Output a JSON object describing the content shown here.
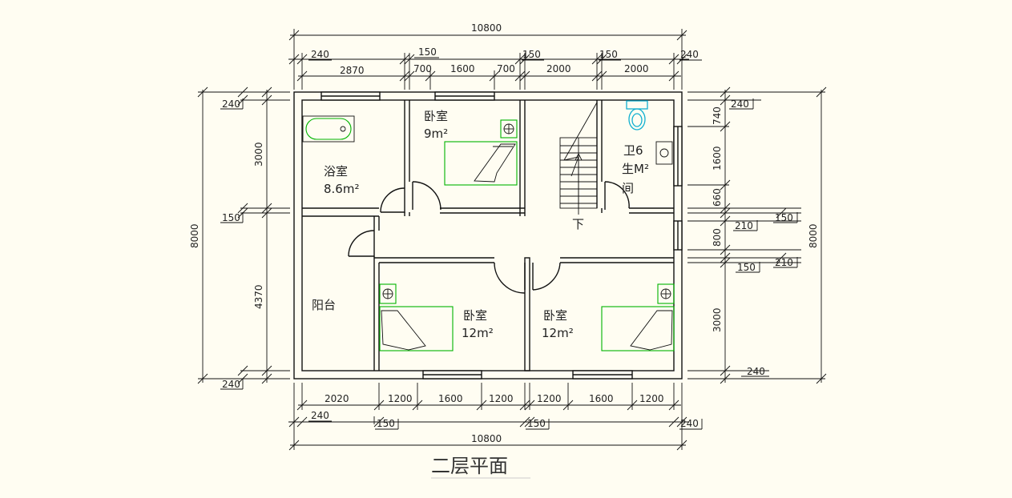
{
  "title": "二层平面",
  "colors": {
    "background": "#fffdf2",
    "line": "#111111",
    "furniture": "#00b400",
    "fixture": "#10b0d0"
  },
  "rooms": {
    "bath": {
      "name": "浴室",
      "area": "8.6m²"
    },
    "bed_top": {
      "name": "卧室",
      "area": "9m²"
    },
    "wc": {
      "line1": "卫6",
      "line2": "生M²",
      "line3": "间"
    },
    "stair_down": "下",
    "balcony": {
      "name": "阳台"
    },
    "bed_left": {
      "name": "卧室",
      "area": "12m²"
    },
    "bed_right": {
      "name": "卧室",
      "area": "12m²"
    }
  },
  "dimensions": {
    "top": {
      "total": "10800",
      "row1": [
        "240",
        "150",
        "150",
        "150",
        "240"
      ],
      "row2": [
        "2870",
        "700",
        "1600",
        "700",
        "2000",
        "2000"
      ]
    },
    "bottom": {
      "total": "10800",
      "row1": [
        "2020",
        "1200",
        "1600",
        "1200",
        "1200",
        "1600",
        "1200"
      ],
      "row2": [
        "240",
        "150",
        "150",
        "240"
      ]
    },
    "left": {
      "total": "8000",
      "segments": [
        "240",
        "3000",
        "150",
        "4370",
        "240"
      ]
    },
    "right": {
      "total": "8000",
      "segments": [
        "240",
        "740",
        "1600",
        "660",
        "150",
        "210",
        "800",
        "210",
        "150",
        "3000",
        "240"
      ]
    }
  }
}
